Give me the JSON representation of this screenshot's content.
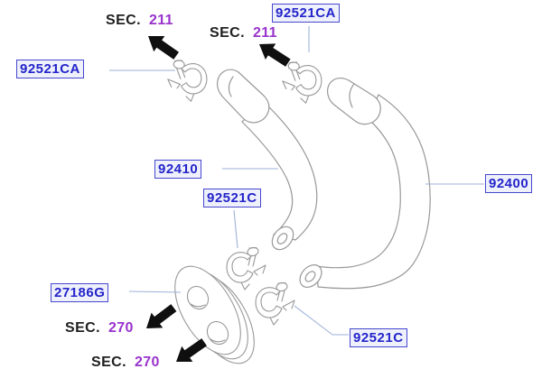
{
  "diagram": {
    "description": "Heater hose routing parts diagram with hoses, clamps and grommet",
    "parts": {
      "clamp_ca_left": {
        "label": "92521CA"
      },
      "clamp_ca_top": {
        "label": "92521CA"
      },
      "hose_92410": {
        "label": "92410"
      },
      "hose_92400": {
        "label": "92400"
      },
      "clamp_c_middle": {
        "label": "92521C"
      },
      "grommet_27186g": {
        "label": "27186G"
      },
      "clamp_c_bottom": {
        "label": "92521C"
      }
    },
    "section_references": {
      "sec211_left": {
        "prefix": "SEC.",
        "number": "211"
      },
      "sec211_right": {
        "prefix": "SEC.",
        "number": "211"
      },
      "sec270_upper": {
        "prefix": "SEC.",
        "number": "270"
      },
      "sec270_lower": {
        "prefix": "SEC.",
        "number": "270"
      }
    },
    "colors": {
      "part_label_text": "#2424cb",
      "part_label_border": "#4747ce",
      "part_label_background": "#eef1fb",
      "section_prefix_text": "#1f1f1f",
      "section_number_text": "#9933cc",
      "leader_line": "#9db2d8",
      "drawing_outline": "#989898",
      "arrow": "#0f0f0f",
      "background": "#ffffff"
    }
  }
}
